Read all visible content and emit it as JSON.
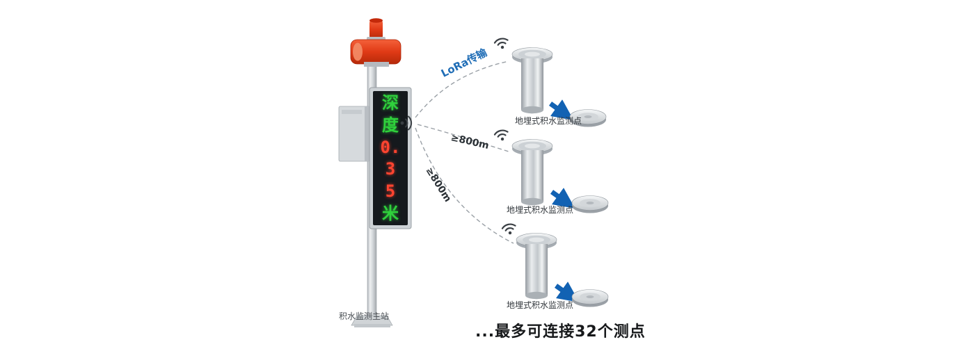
{
  "station": {
    "label": "积水监测主站",
    "display": {
      "rows": [
        {
          "ch": "深",
          "color": "green"
        },
        {
          "ch": "度",
          "color": "green"
        },
        {
          "ch": "0.",
          "color": "red"
        },
        {
          "ch": "3",
          "color": "red"
        },
        {
          "ch": "5",
          "color": "red"
        },
        {
          "ch": "米",
          "color": "green"
        }
      ]
    }
  },
  "links": {
    "lora": "LoRa传输",
    "distance_2": "≥800m",
    "distance_3": "≥800m"
  },
  "sensors": [
    {
      "label": "地埋式积水监测点"
    },
    {
      "label": "地埋式积水监测点"
    },
    {
      "label": "地埋式积水监测点"
    }
  ],
  "footer": "...最多可连接32个测点",
  "icons": [
    "alarm-beacon",
    "siren-horn",
    "signal-icon",
    "wifi-icon",
    "arrow-right-down"
  ],
  "colors": {
    "alarm_red": "#d8350f",
    "led_green": "#2fd13c",
    "led_red": "#ff4430",
    "arrow_blue": "#1262b3",
    "dash_gray": "#9aa0a6",
    "lora_text": "#1f6db6",
    "steel_light": "#eef0f2",
    "steel_dark": "#92989e"
  }
}
